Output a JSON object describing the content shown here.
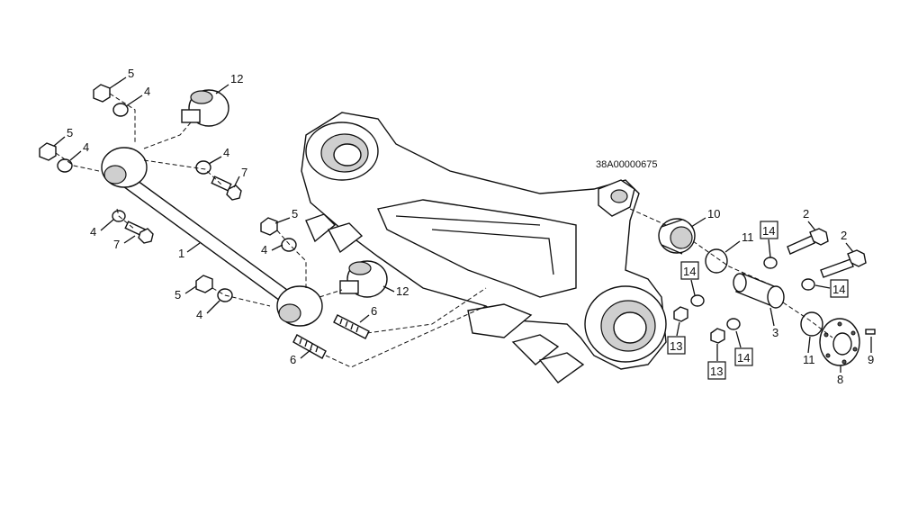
{
  "diagram": {
    "reference_code": "38A00000675",
    "callouts": [
      {
        "id": "c5a",
        "label": "5"
      },
      {
        "id": "c4a",
        "label": "4"
      },
      {
        "id": "c12a",
        "label": "12"
      },
      {
        "id": "c5b",
        "label": "5"
      },
      {
        "id": "c4b",
        "label": "4"
      },
      {
        "id": "c4c",
        "label": "4"
      },
      {
        "id": "c7a",
        "label": "7"
      },
      {
        "id": "c4d",
        "label": "4"
      },
      {
        "id": "c7b",
        "label": "7"
      },
      {
        "id": "c1",
        "label": "1"
      },
      {
        "id": "c5c",
        "label": "5"
      },
      {
        "id": "c4e",
        "label": "4"
      },
      {
        "id": "c12b",
        "label": "12"
      },
      {
        "id": "c5d",
        "label": "5"
      },
      {
        "id": "c4f",
        "label": "4"
      },
      {
        "id": "c6a",
        "label": "6"
      },
      {
        "id": "c6b",
        "label": "6"
      },
      {
        "id": "c10",
        "label": "10"
      },
      {
        "id": "c11a",
        "label": "11"
      },
      {
        "id": "c2a",
        "label": "2"
      },
      {
        "id": "c2b",
        "label": "2"
      },
      {
        "id": "c3",
        "label": "3"
      },
      {
        "id": "c11b",
        "label": "11"
      },
      {
        "id": "c8",
        "label": "8"
      },
      {
        "id": "c9",
        "label": "9"
      }
    ],
    "boxed_callouts": [
      {
        "id": "b14a",
        "label": "14"
      },
      {
        "id": "b14b",
        "label": "14"
      },
      {
        "id": "b14c",
        "label": "14"
      },
      {
        "id": "b14d",
        "label": "14"
      },
      {
        "id": "b13a",
        "label": "13"
      },
      {
        "id": "b13b",
        "label": "13"
      }
    ]
  }
}
